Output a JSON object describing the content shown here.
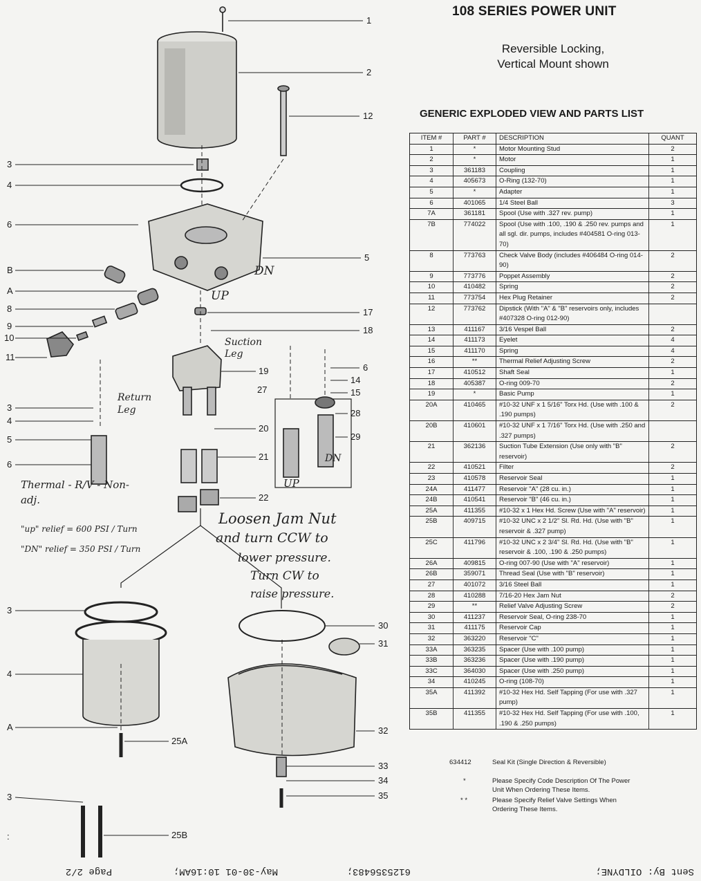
{
  "header": {
    "title": "108 SERIES POWER UNIT",
    "subtitle_line1": "Reversible Locking,",
    "subtitle_line2": "Vertical Mount shown",
    "section": "GENERIC EXPLODED VIEW AND PARTS LIST"
  },
  "table": {
    "columns": [
      "ITEM #",
      "PART #",
      "DESCRIPTION",
      "QUANT"
    ],
    "rows": [
      [
        "1",
        "*",
        "Motor Mounting Stud",
        "2"
      ],
      [
        "2",
        "*",
        "Motor",
        "1"
      ],
      [
        "3",
        "361183",
        "Coupling",
        "1"
      ],
      [
        "4",
        "405673",
        "O-Ring (132-70)",
        "1"
      ],
      [
        "5",
        "*",
        "Adapter",
        "1"
      ],
      [
        "6",
        "401065",
        "1/4 Steel Ball",
        "3"
      ],
      [
        "7A",
        "361181",
        "Spool (Use with .327 rev. pump)",
        "1"
      ],
      [
        "7B",
        "774022",
        "Spool (Use with .100, .190 & .250 rev. pumps and all sgl. dir. pumps, includes #404581 O-ring 013-70)",
        "1"
      ],
      [
        "8",
        "773763",
        "Check Valve Body (includes #406484 O-ring 014-90)",
        "2"
      ],
      [
        "9",
        "773776",
        "Poppet Assembly",
        "2"
      ],
      [
        "10",
        "410482",
        "Spring",
        "2"
      ],
      [
        "11",
        "773754",
        "Hex Plug Retainer",
        "2"
      ],
      [
        "12",
        "773762",
        "Dipstick (With \"A\" & \"B\" reservoirs only, includes #407328 O-ring 012-90)",
        ""
      ],
      [
        "13",
        "411167",
        "3/16 Vespel Ball",
        "2"
      ],
      [
        "14",
        "411173",
        "Eyelet",
        "4"
      ],
      [
        "15",
        "411170",
        "Spring",
        "4"
      ],
      [
        "16",
        "**",
        "Thermal Relief Adjusting Screw",
        "2"
      ],
      [
        "17",
        "410512",
        "Shaft Seal",
        "1"
      ],
      [
        "18",
        "405387",
        "O-ring 009-70",
        "2"
      ],
      [
        "19",
        "*",
        "Basic Pump",
        "1"
      ],
      [
        "20A",
        "410465",
        "#10-32 UNF x 1 5/16\" Torx Hd. (Use with .100 & .190 pumps)",
        "2"
      ],
      [
        "20B",
        "410601",
        "#10-32 UNF x 1 7/16\" Torx Hd. (Use with .250 and .327 pumps)",
        ""
      ],
      [
        "21",
        "362136",
        "Suction Tube Extension (Use only with \"B\" reservoir)",
        "2"
      ],
      [
        "22",
        "410521",
        "Filter",
        "2"
      ],
      [
        "23",
        "410578",
        "Reservoir Seal",
        "1"
      ],
      [
        "24A",
        "411477",
        "Reservoir \"A\" (28 cu. in.)",
        "1"
      ],
      [
        "24B",
        "410541",
        "Reservoir \"B\" (46 cu. in.)",
        "1"
      ],
      [
        "25A",
        "411355",
        "#10-32 x 1 Hex Hd. Screw (Use with \"A\" reservoir)",
        "1"
      ],
      [
        "25B",
        "409715",
        "#10-32 UNC x 2 1/2\" Sl. Rd. Hd. (Use with \"B\" reservoir & .327 pump)",
        "1"
      ],
      [
        "25C",
        "411796",
        "#10-32 UNC x 2 3/4\" Sl. Rd. Hd. (Use with \"B\" reservoir & .100, .190 & .250 pumps)",
        "1"
      ],
      [
        "26A",
        "409815",
        "O-ring 007-90 (Use with \"A\" reservoir)",
        "1"
      ],
      [
        "26B",
        "359071",
        "Thread Seal (Use with \"B\" reservoir)",
        "1"
      ],
      [
        "27",
        "401072",
        "3/16 Steel Ball",
        "1"
      ],
      [
        "28",
        "410288",
        "7/16-20 Hex Jam Nut",
        "2"
      ],
      [
        "29",
        "**",
        "Relief Valve Adjusting Screw",
        "2"
      ],
      [
        "30",
        "411237",
        "Reservoir Seal, O-ring 238-70",
        "1"
      ],
      [
        "31",
        "411175",
        "Reservoir Cap",
        "1"
      ],
      [
        "32",
        "363220",
        "Reservoir \"C\"",
        "1"
      ],
      [
        "33A",
        "363235",
        "Spacer (Use with .100 pump)",
        "1"
      ],
      [
        "33B",
        "363236",
        "Spacer (Use with .190 pump)",
        "1"
      ],
      [
        "33C",
        "364030",
        "Spacer (Use with .250 pump)",
        "1"
      ],
      [
        "34",
        "410245",
        "O-ring (108-70)",
        "1"
      ],
      [
        "35A",
        "411392",
        "#10-32 Hex Hd. Self Tapping (For use with .327 pump)",
        "1"
      ],
      [
        "35B",
        "411355",
        "#10-32 Hex Hd. Self Tapping (For use with .100, .190 & .250 pumps)",
        "1"
      ]
    ]
  },
  "notes": [
    {
      "key": "634412",
      "text": "Seal Kit (Single Direction & Reversible)"
    },
    {
      "key": "*",
      "text": "Please Specify Code Description Of The Power Unit When Ordering These Items."
    },
    {
      "key": "* *",
      "text": "Please Specify Relief Valve Settings When Ordering These Items."
    }
  ],
  "callouts_right": [
    "1",
    "2",
    "12",
    "5",
    "17",
    "18",
    "6",
    "14",
    "15",
    "19",
    "27",
    "28",
    "20",
    "29",
    "21",
    "22",
    "30",
    "31",
    "32",
    "33",
    "34",
    "35",
    "25A",
    "25B"
  ],
  "callouts_left": [
    "3",
    "4",
    "6",
    "B",
    "A",
    "8",
    "9",
    "10",
    "11",
    "3",
    "4",
    "5",
    "6",
    "3",
    "4",
    "A",
    "3",
    ":"
  ],
  "handwritten": {
    "dn1": "DN",
    "up1": "UP",
    "suction": "Suction Leg",
    "return": "Return Leg",
    "thermal": "Thermal - R/V - Non-adj.",
    "up2": "UP",
    "dn2": "DN",
    "up_relief": "\"up\" relief = 600 PSI / Turn",
    "dn_relief": "\"DN\" relief = 350 PSI / Turn",
    "instructions_1": "Loosen Jam Nut",
    "instructions_2": "and turn CCW to",
    "instructions_3": "lower pressure.",
    "instructions_4": "Turn CW to",
    "instructions_5": "raise pressure."
  },
  "footer": {
    "sent_by": "Sent By: OILDYNE;",
    "phone": "6125356483;",
    "date": "May-30-01 10:16AM;",
    "page": "Page 2/2"
  }
}
